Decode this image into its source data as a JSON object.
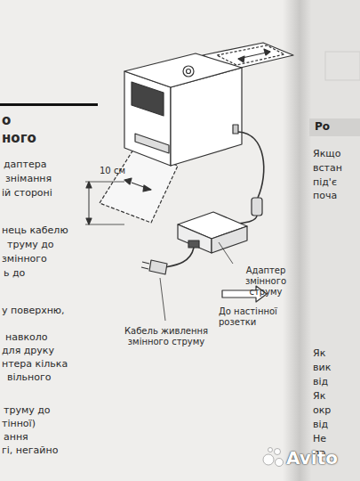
{
  "diagram": {
    "nodes": [
      {
        "text": [
          "Ро"
        ]
      }
    ],
    "labels": [
      "10 см",
      "Адаптер змінного струму",
      "До настінної розетки",
      "Кабель живлення змінного струму",
      "о",
      "ного",
      "даптера",
      "знімання",
      "ій стороні",
      "нець кабелю",
      "труму до",
      "змінного",
      "ь до",
      "у поверхню,",
      "навколо",
      "для друку",
      "нтера кілька",
      "вільного",
      "труму до",
      "тінної)",
      "ання",
      "гі, негайно",
      "Якщо",
      "встан",
      "під'є",
      "поча",
      "Як",
      "вик",
      "від",
      "Як",
      "окр",
      "від",
      "Не",
      "пр",
      "Avito"
    ]
  }
}
